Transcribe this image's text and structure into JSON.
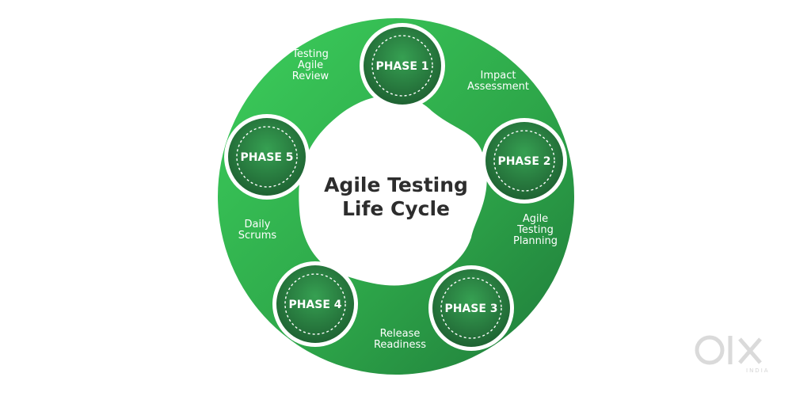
{
  "title": {
    "line1": "Agile Testing",
    "line2": "Life Cycle"
  },
  "phases": [
    {
      "label": "PHASE 1",
      "step": [
        "Impact",
        "Assessment"
      ]
    },
    {
      "label": "PHASE 2",
      "step": [
        "Agile",
        "Testing",
        "Planning"
      ]
    },
    {
      "label": "PHASE 3",
      "step": [
        "Release",
        "Readiness"
      ]
    },
    {
      "label": "PHASE 4",
      "step": [
        "Daily",
        "Scrums"
      ]
    },
    {
      "label": "PHASE 5",
      "step": [
        "Testing",
        "Agile",
        "Review"
      ]
    }
  ],
  "colors": {
    "ring_light": "#3ccf5c",
    "ring_dark": "#1f7a3a",
    "node_fill": "#2e8a45",
    "node_dark": "#1d5e30",
    "title_text": "#2d2d2d",
    "watermark": "#d0d0d0"
  },
  "watermark": {
    "logo": "OLX",
    "sub": "INDIA"
  }
}
